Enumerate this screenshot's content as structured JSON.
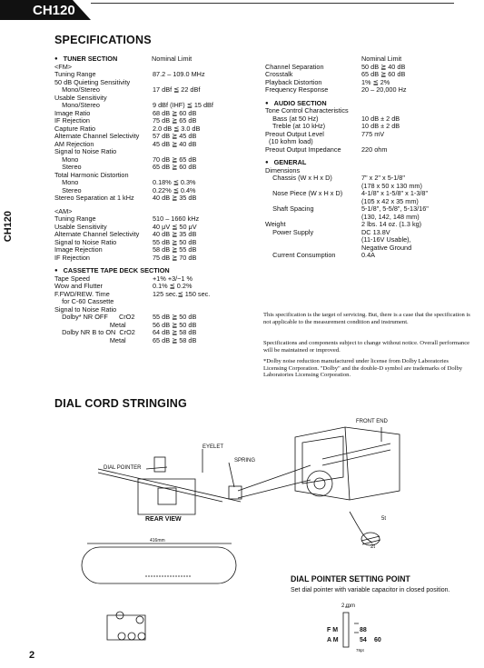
{
  "header": {
    "model_tab": "CH120",
    "side_label": "CH120",
    "page_number": "2"
  },
  "specifications": {
    "title": "SPECIFICATIONS",
    "tuner": {
      "heading": "TUNER SECTION",
      "nominal_limit": "Nominal   Limit",
      "fm_label": "<FM>",
      "fm_rows": [
        [
          "Tuning Range",
          "87.2 – 109.0 MHz"
        ],
        [
          "50 dB Quieting Sensitivity",
          ""
        ],
        [
          "    Mono/Stereo",
          "17 dBf ≦ 22 dBf"
        ],
        [
          "Usable Sensitivity",
          ""
        ],
        [
          "    Mono/Stereo",
          "9 dBf (IHF) ≦ 15 dBf"
        ],
        [
          "Image Ratio",
          "68 dB ≧ 60 dB"
        ],
        [
          "IF Rejection",
          "75 dB ≧ 65 dB"
        ],
        [
          "Capture Ratio",
          "2.0 dB ≦ 3.0 dB"
        ],
        [
          "Alternate Channel Selectivity",
          "57 dB ≧ 45 dB"
        ],
        [
          "AM Rejection",
          "45 dB ≧ 40 dB"
        ],
        [
          "Signal to Noise Ratio",
          ""
        ],
        [
          "    Mono",
          "70 dB ≧ 65 dB"
        ],
        [
          "    Stereo",
          "65 dB ≧ 60 dB"
        ],
        [
          "Total Harmonic Distortion",
          ""
        ],
        [
          "    Mono",
          "0.18% ≦ 0.3%"
        ],
        [
          "    Stereo",
          "0.22% ≦ 0.4%"
        ],
        [
          "Stereo Separation at 1 kHz",
          "40 dB ≧ 35 dB"
        ]
      ],
      "am_label": "<AM>",
      "am_rows": [
        [
          "Tuning Range",
          "510 – 1660 kHz"
        ],
        [
          "Usable Sensitivity",
          "40 μV ≦ 50 μV"
        ],
        [
          "Alternate Channel Selectivity",
          "40 dB ≧ 35 dB"
        ],
        [
          "Signal to Noise Ratio",
          "55 dB ≧ 50 dB"
        ],
        [
          "Image Rejection",
          "58 dB ≧ 55 dB"
        ],
        [
          "IF Rejection",
          "75 dB ≧ 70 dB"
        ]
      ]
    },
    "cassette": {
      "heading": "CASSETTE TAPE DECK SECTION",
      "rows": [
        [
          "Tape Speed",
          "+1%   +3/−1 %"
        ],
        [
          "Wow and Flutter",
          "0.1% ≦ 0.2%"
        ],
        [
          "F.FWD/REW. Time",
          "125 sec.≦ 150 sec."
        ],
        [
          "    for C-60 Cassette",
          ""
        ],
        [
          "Signal to Noise Ratio",
          ""
        ],
        [
          "    Dolby* NR OFF      CrO2",
          "55 dB ≧ 50 dB"
        ],
        [
          "                              Metal",
          "56 dB ≧ 50 dB"
        ],
        [
          "    Dolby NR B to ON  CrO2",
          "64 dB ≧ 58 dB"
        ],
        [
          "                              Metal",
          "65 dB ≧ 58 dB"
        ]
      ]
    },
    "right_nominal_limit": "Nominal   Limit",
    "right_top_rows": [
      [
        "Channel Separation",
        "50 dB ≧ 40 dB"
      ],
      [
        "Crosstalk",
        "65 dB ≧ 60 dB"
      ],
      [
        "Playback Distortion",
        "1% ≦ 2%"
      ],
      [
        "Frequency Response",
        "20 – 20,000 Hz"
      ]
    ],
    "audio": {
      "heading": "AUDIO SECTION",
      "rows": [
        [
          "Tone Control Characteristics",
          ""
        ],
        [
          "    Bass (at 50 Hz)",
          "10 dB ± 2 dB"
        ],
        [
          "    Treble (at 10 kHz)",
          "10 dB ± 2 dB"
        ],
        [
          "Preout Output Level",
          "775 mV"
        ],
        [
          "  (10 kohm load)",
          ""
        ],
        [
          "Preout Output Impedance",
          "220 ohm"
        ]
      ]
    },
    "general": {
      "heading": "GENERAL",
      "rows": [
        [
          "Dimensions",
          ""
        ],
        [
          "    Chassis (W x H x D)",
          "7\" x 2\" x 5-1/8\""
        ],
        [
          "",
          "(178 x 50 x 130 mm)"
        ],
        [
          "    Nose Piece (W x H x D)",
          "4-1/8\" x 1-5/8\" x 1-3/8\""
        ],
        [
          "",
          "(105 x 42 x 35 mm)"
        ],
        [
          "    Shaft Spacing",
          "5-1/8\", 5-5/8\", 5-13/16\""
        ],
        [
          "",
          "(130, 142, 148 mm)"
        ],
        [
          "Weight",
          "2 lbs. 14 oz. (1.3 kg)"
        ],
        [
          "    Power Supply",
          "DC 13.8V"
        ],
        [
          "",
          "(11-16V Usable),"
        ],
        [
          "",
          "Negative Ground"
        ],
        [
          "    Current Consumption",
          "0.4A"
        ]
      ]
    },
    "notes": [
      "This specification is the target of servicing. But, there is a case that the specification is not applicable to the measurement condition and instrument.",
      "Specifications and components subject to change without notice. Overall performance will be maintained or improved.",
      "*Dolby noise reduction manufactured under license from Dolby Laboratories Licensing Corporation. \"Dolby\" and the double-D symbol are trademarks of Dolby Laboratories Licensing Corporation."
    ]
  },
  "dial_cord": {
    "title": "DIAL CORD STRINGING",
    "labels": {
      "front_end": "FRONT END",
      "eyelet": "EYELET",
      "spring": "SPRING",
      "dial_pointer": "DIAL POINTER",
      "rear_view": "REAR VIEW",
      "turns_5": "5t",
      "turns_2": "2t",
      "length": "416mm"
    },
    "pointer_setting": {
      "title": "DIAL POINTER SETTING POINT",
      "desc": "Set dial pointer with variable capacitor in closed position.",
      "gap": "2 mm",
      "fm": "F M",
      "am": "A M",
      "fm_val": "88",
      "am_val_1": "54",
      "am_val_2": "60",
      "scale_note": "78pt"
    }
  }
}
